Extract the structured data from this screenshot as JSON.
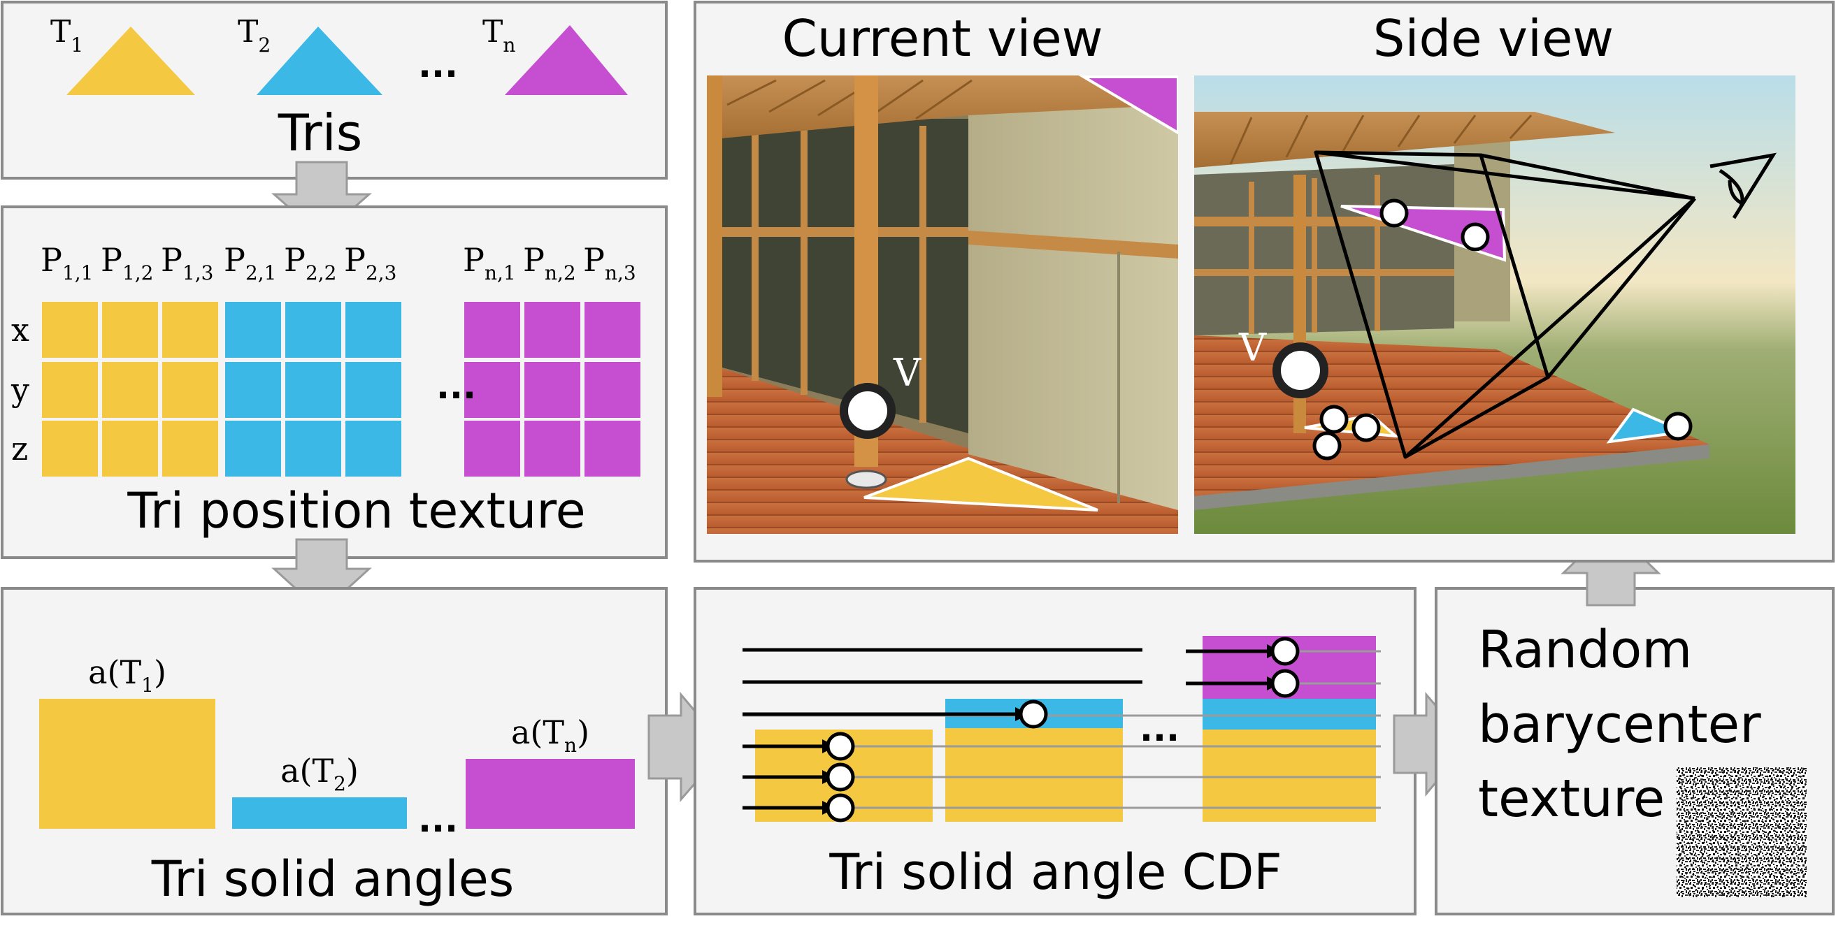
{
  "colors": {
    "yellow": "#F5C842",
    "blue": "#3BB8E6",
    "magenta": "#C54FD0",
    "panel": "#F4F4F4",
    "panel_border": "#8A8A8A",
    "arrow_gray": "#C8C8C8"
  },
  "tris": {
    "labels": [
      {
        "base": "T",
        "sub": "1"
      },
      {
        "base": "T",
        "sub": "2"
      },
      {
        "base": "T",
        "sub": "n"
      }
    ],
    "ellipsis": "...",
    "title": "Tris"
  },
  "position_texture": {
    "columns": [
      {
        "base": "P",
        "sub": "1,1"
      },
      {
        "base": "P",
        "sub": "1,2"
      },
      {
        "base": "P",
        "sub": "1,3"
      },
      {
        "base": "P",
        "sub": "2,1"
      },
      {
        "base": "P",
        "sub": "2,2"
      },
      {
        "base": "P",
        "sub": "2,3"
      },
      {
        "base": "P",
        "sub": "n,1"
      },
      {
        "base": "P",
        "sub": "n,2"
      },
      {
        "base": "P",
        "sub": "n,3"
      }
    ],
    "rows": [
      "x",
      "y",
      "z"
    ],
    "ellipsis": "...",
    "title": "Tri position texture"
  },
  "solid_angles": {
    "bars": [
      {
        "label_pre": "a(T",
        "sub": "1",
        "label_post": ")",
        "color": "yellow",
        "relative_value": 1.0
      },
      {
        "label_pre": "a(T",
        "sub": "2",
        "label_post": ")",
        "color": "blue",
        "relative_value": 0.24
      },
      {
        "label_pre": "a(T",
        "sub": "n",
        "label_post": ")",
        "color": "magenta",
        "relative_value": 0.54
      }
    ],
    "ellipsis": "...",
    "title": "Tri solid angles"
  },
  "cdf": {
    "ellipsis": "...",
    "title": "Tri solid angle CDF"
  },
  "views": {
    "current_title": "Current view",
    "side_title": "Side view",
    "viewer_label_current": "V",
    "viewer_label_side": "V"
  },
  "barycenter": {
    "line1": "Random",
    "line2": "barycenter",
    "line3": "texture"
  }
}
